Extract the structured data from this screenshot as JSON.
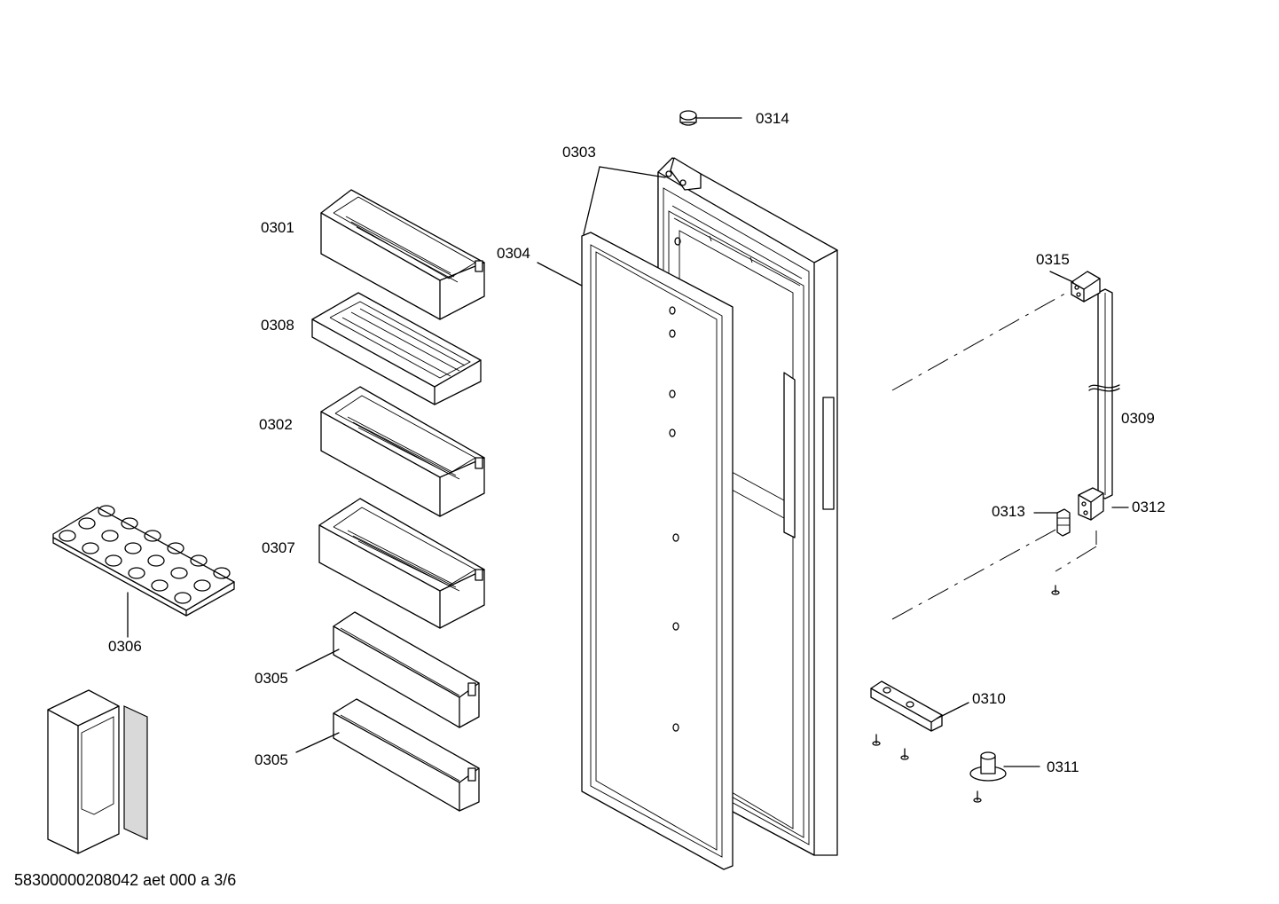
{
  "labels": {
    "l0301": "0301",
    "l0302": "0302",
    "l0303": "0303",
    "l0304": "0304",
    "l0305a": "0305",
    "l0305b": "0305",
    "l0306": "0306",
    "l0307": "0307",
    "l0308": "0308",
    "l0309": "0309",
    "l0310": "0310",
    "l0311": "0311",
    "l0312": "0312",
    "l0313": "0313",
    "l0314": "0314",
    "l0315": "0315"
  },
  "footer": "58300000208042 aet 000 a 3/6"
}
